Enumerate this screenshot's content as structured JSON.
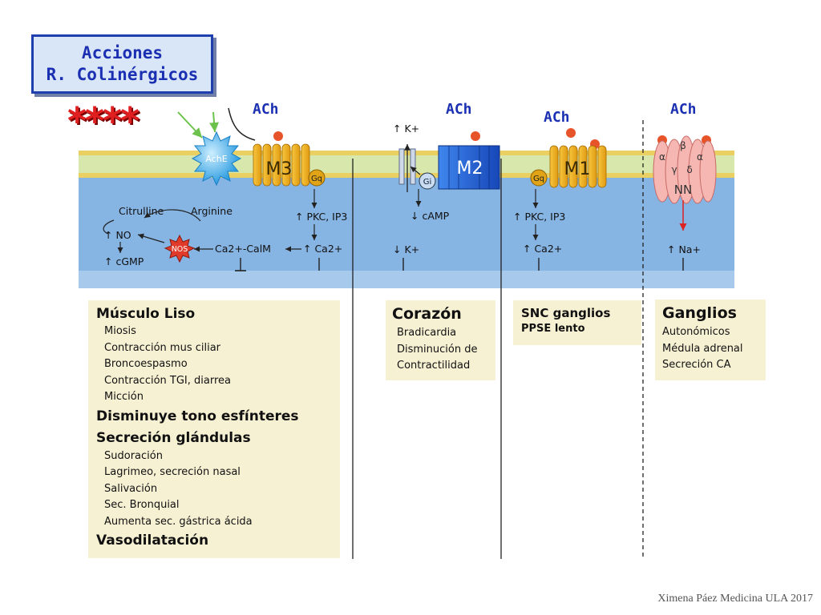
{
  "title": {
    "line1": "Acciones",
    "line2": "R. Colinérgicos"
  },
  "stars": "****",
  "ach_labels": [
    "ACh",
    "ACh",
    "ACh",
    "ACh"
  ],
  "diagram": {
    "ache": "AchE",
    "m3": "M3",
    "m2": "M2",
    "m1": "M1",
    "gq": "Gq",
    "gi": "Gi",
    "nn": "NN",
    "citrulline": "Citrulline",
    "arginine": "Arginine",
    "no": "↑ NO",
    "cgmp": "↑ cGMP",
    "nos": "NOS",
    "ca_calm": "Ca2+-CalM",
    "pkc_ip3_a": "↑ PKC, IP3",
    "ca_a": "↑ Ca2+",
    "k_up": "↑ K+",
    "camp": "↓ cAMP",
    "k_down": "↓ K+",
    "pkc_ip3_b": "↑ PKC, IP3",
    "ca_b": "↑ Ca2+",
    "na": "↑ Na+",
    "alpha": "α",
    "beta": "β",
    "gamma": "γ",
    "delta": "δ"
  },
  "panels": {
    "musculo": {
      "title": "Músculo Liso",
      "items1": [
        "Miosis",
        "Contracción mus ciliar",
        "Broncoespasmo",
        "Contracción TGI, diarrea",
        "Micción"
      ],
      "heading2": "Disminuye tono esfínteres",
      "heading3": "Secreción glándulas",
      "items2": [
        "Sudoración",
        "Lagrimeo, secreción nasal",
        "Salivación",
        "Sec. Bronquial",
        "Aumenta sec. gástrica ácida"
      ],
      "heading4": "Vasodilatación"
    },
    "corazon": {
      "title": "Corazón",
      "items": [
        "Bradicardia",
        "Disminución de",
        "Contractilidad"
      ]
    },
    "snc": {
      "title": "SNC ganglios",
      "sub": "PPSE lento"
    },
    "ganglios": {
      "title": "Ganglios",
      "items": [
        "Autonómicos",
        "Médula adrenal",
        "Secreción CA"
      ]
    }
  },
  "footer": "Ximena Páez Medicina ULA 2017",
  "colors": {
    "title_blue": "#1b2fb3",
    "panel_bg": "#f7f1d4",
    "cytoplasm": "#7faee0",
    "receptor_orange": "#f2b21c",
    "m2_blue": "#1f64d6",
    "star_red": "#e02020"
  }
}
